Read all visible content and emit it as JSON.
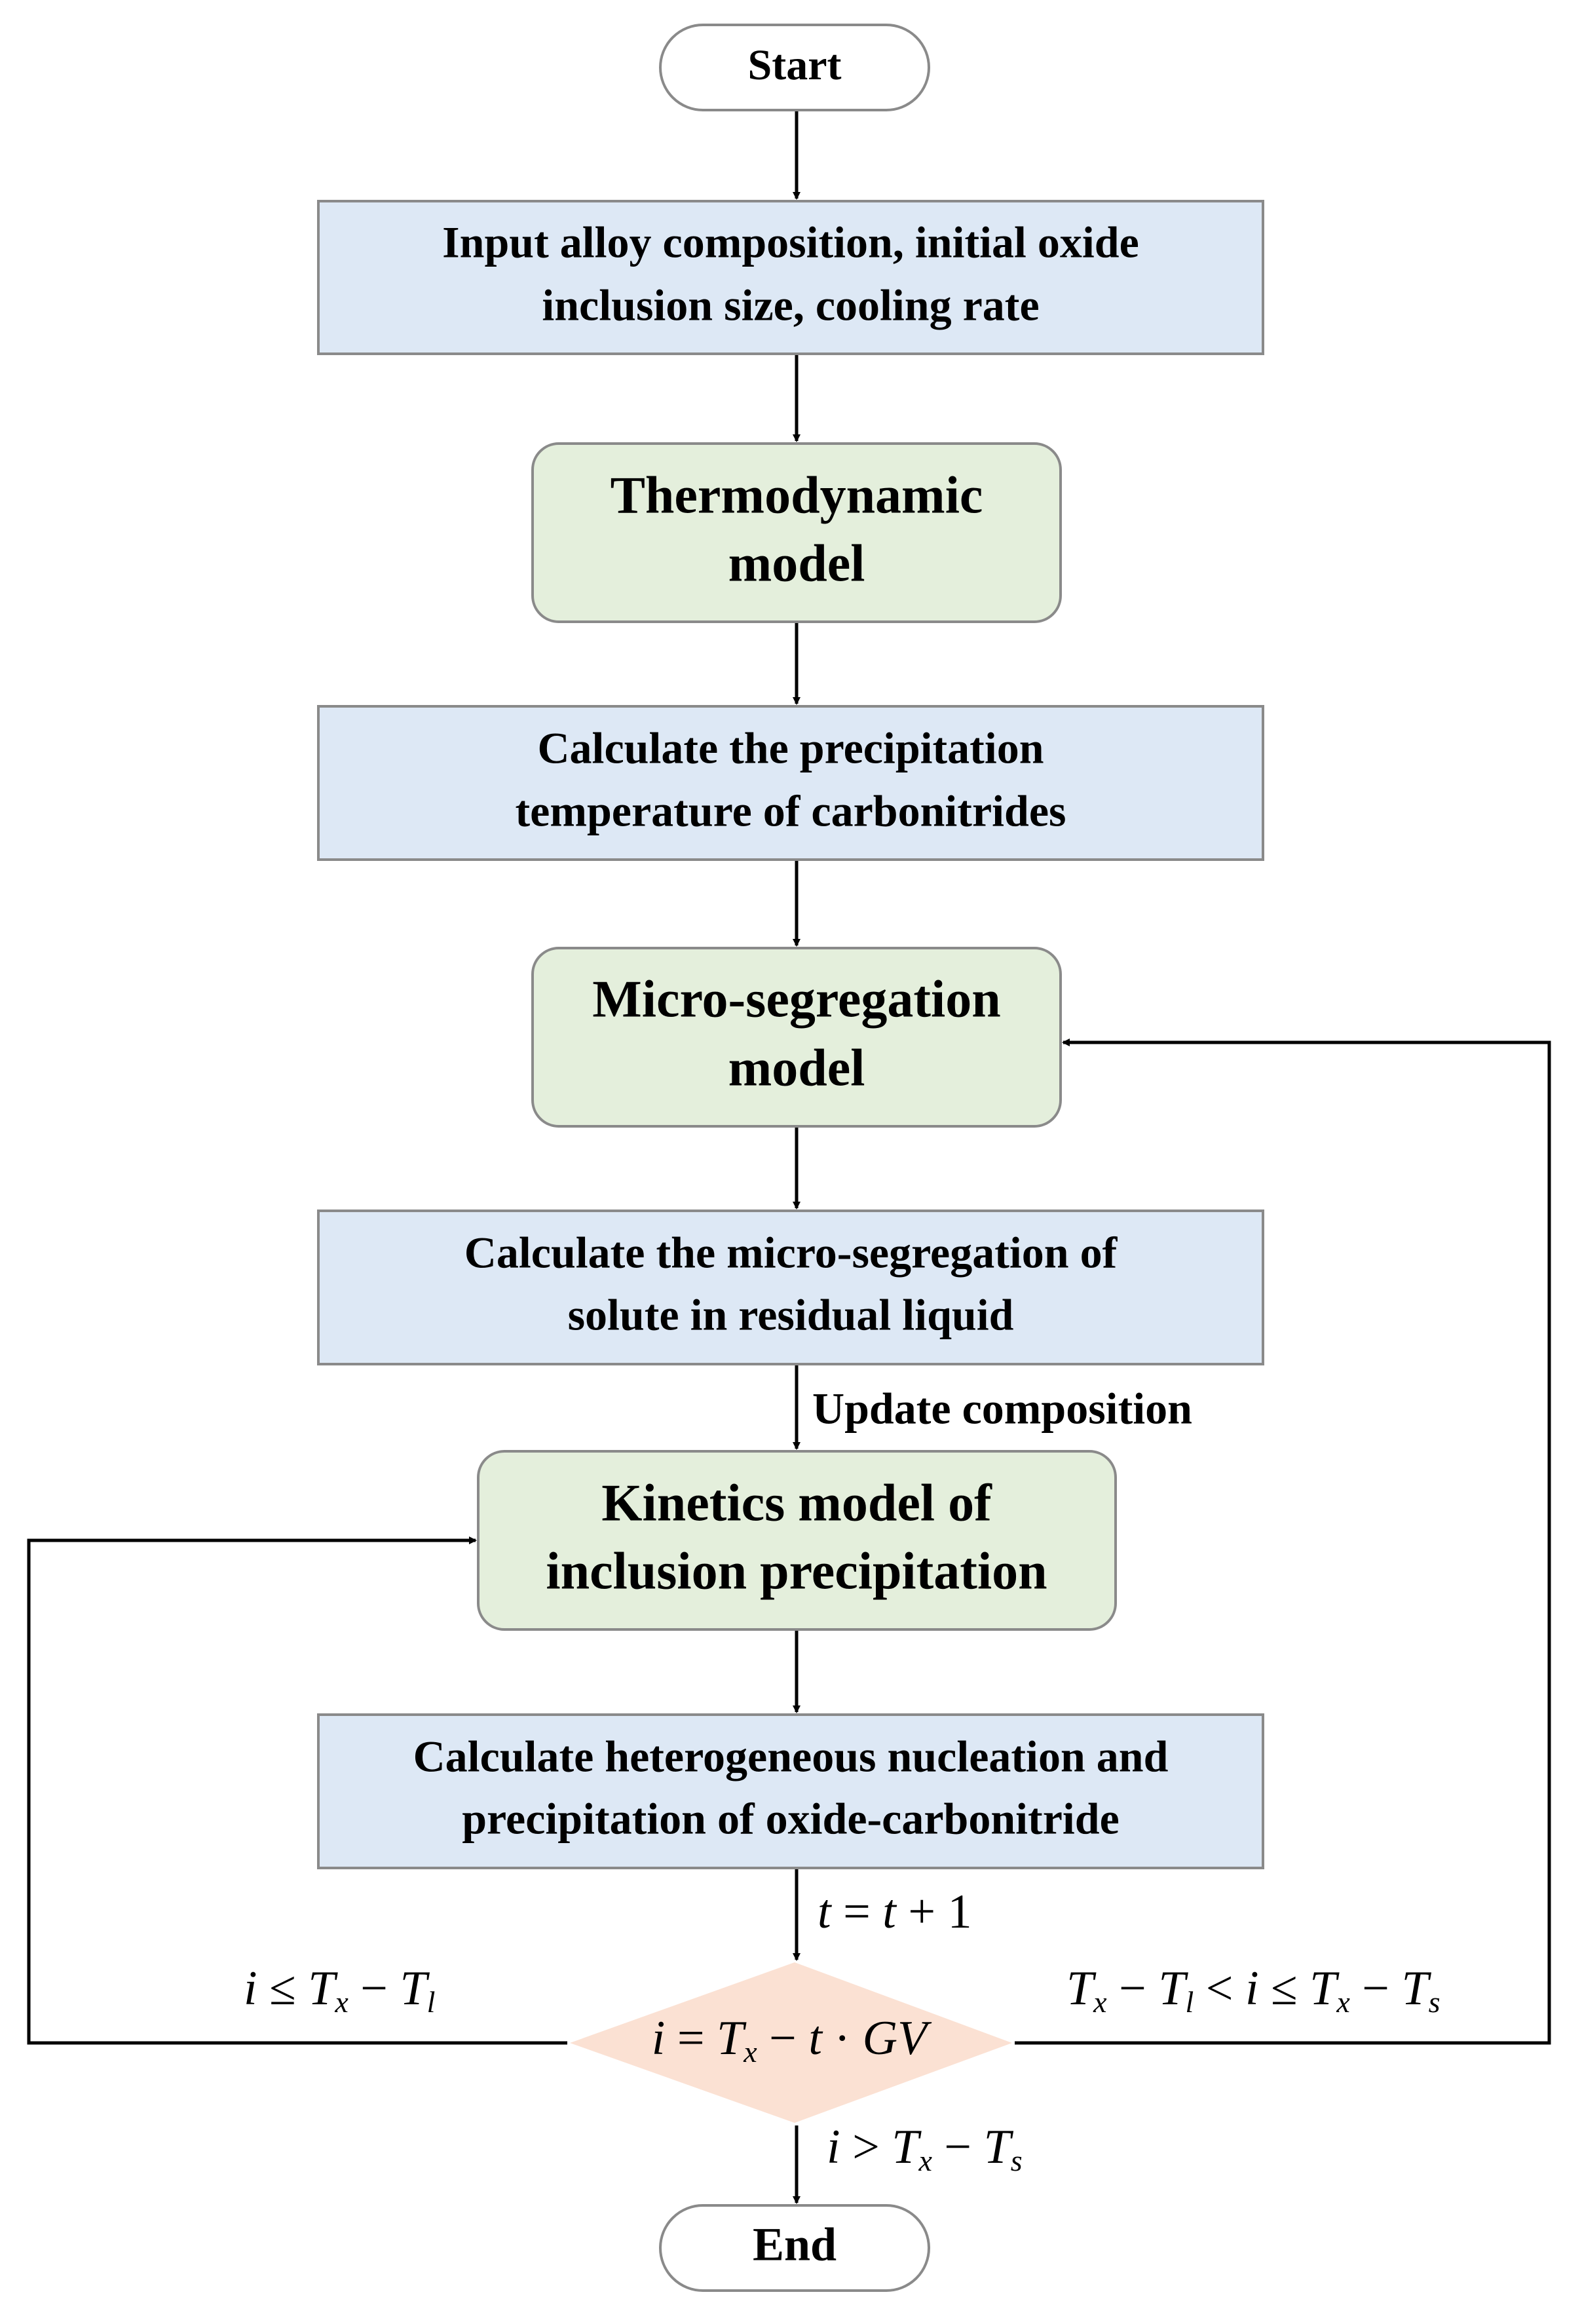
{
  "colors": {
    "process_fill": "#dde8f5",
    "process_stroke": "#8a8a8a",
    "model_fill": "#e4efdc",
    "model_stroke": "#8a8a8a",
    "decision_fill": "#fbe1d3",
    "terminal_fill": "#ffffff",
    "line": "#000000"
  },
  "start": {
    "label": "Start"
  },
  "end": {
    "label": "End"
  },
  "steps": {
    "input": {
      "line1": "Input alloy composition, initial oxide",
      "line2": "inclusion size, cooling rate"
    },
    "thermo_model": {
      "line1": "Thermodynamic",
      "line2": "model"
    },
    "calc_precip_temp": {
      "line1": "Calculate the precipitation",
      "line2": "temperature of carbonitrides"
    },
    "microseg_model": {
      "line1": "Micro-segregation",
      "line2": "model"
    },
    "calc_microseg": {
      "line1": "Calculate the micro-segregation of",
      "line2": "solute in residual liquid"
    },
    "kinetics_model": {
      "line1": "Kinetics model of",
      "line2": "inclusion precipitation"
    },
    "calc_nucleation": {
      "line1": "Calculate heterogeneous nucleation and",
      "line2": "precipitation of oxide-carbonitride"
    }
  },
  "edge_labels": {
    "update_composition": "Update composition",
    "t_update": {
      "t": "t",
      "eq": " = ",
      "t2": "t",
      "plus": " + 1"
    },
    "left_condition": {
      "i": "i",
      "le": " ≤ ",
      "T": "T",
      "x": "x",
      "minus": " − ",
      "T2": "T",
      "l": "l"
    },
    "right_condition": {
      "T": "T",
      "x": "x",
      "minus": " − ",
      "T2": "T",
      "l": "l",
      "lt": " < ",
      "i": "i",
      "le": " ≤ ",
      "T3": "T",
      "x2": "x",
      "minus2": " − ",
      "T4": "T",
      "s": "s"
    },
    "bottom_condition": {
      "i": "i",
      "gt": " > ",
      "T": "T",
      "x": "x",
      "minus": " − ",
      "T2": "T",
      "s": "s"
    }
  },
  "decision": {
    "i": "i",
    "eq": " = ",
    "T": "T",
    "x": "x",
    "minus": " − ",
    "t": "t",
    "dot": " · ",
    "GV": "GV"
  }
}
